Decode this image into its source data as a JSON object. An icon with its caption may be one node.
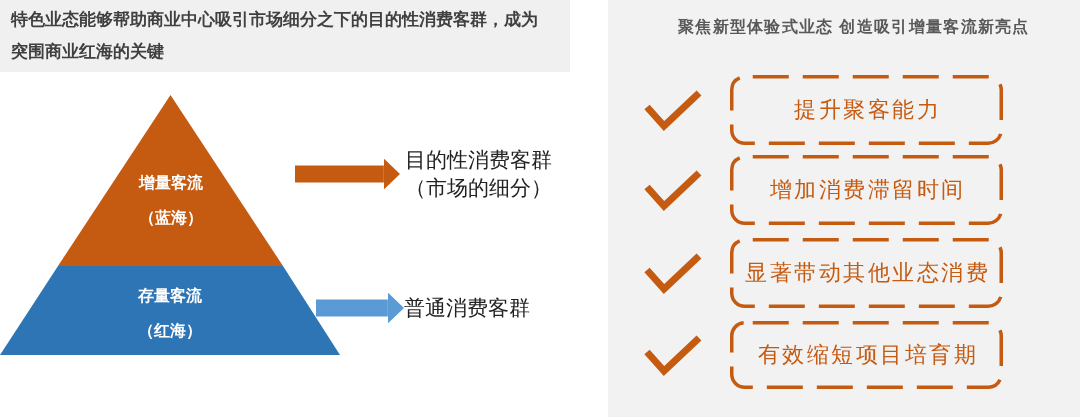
{
  "diagram": {
    "nodes": [
      {
        "text": [
          "特色业态能够帮助商业中心吸引市场细分之下的目的性消费客群，成为突围商业红海的关键"
        ]
      },
      {
        "text": [
          "增量客流（蓝海）"
        ]
      },
      {
        "text": [
          "存量客流（红海）"
        ]
      },
      {
        "text": [
          "目的性消费客群（市场的细分）"
        ]
      },
      {
        "text": [
          "普通消费客群"
        ]
      },
      {
        "text": [
          "聚焦新型体验式业态 创造吸引增量客流新亮点"
        ]
      },
      {
        "text": [
          "提升聚客能力"
        ],
        "in": 5
      },
      {
        "text": [
          "增加消费滞留时间"
        ],
        "in": 5
      },
      {
        "text": [
          "显著带动其他业态消费"
        ],
        "in": 5
      },
      {
        "text": [
          "有效缩短项目培育期"
        ],
        "in": 5
      }
    ],
    "edges": [
      {
        "from": 1,
        "to": 3,
        "arrow": "to",
        "color": "#c55a11"
      },
      {
        "from": 2,
        "to": 4,
        "arrow": "to",
        "color": "#5b9bd5"
      }
    ]
  }
}
